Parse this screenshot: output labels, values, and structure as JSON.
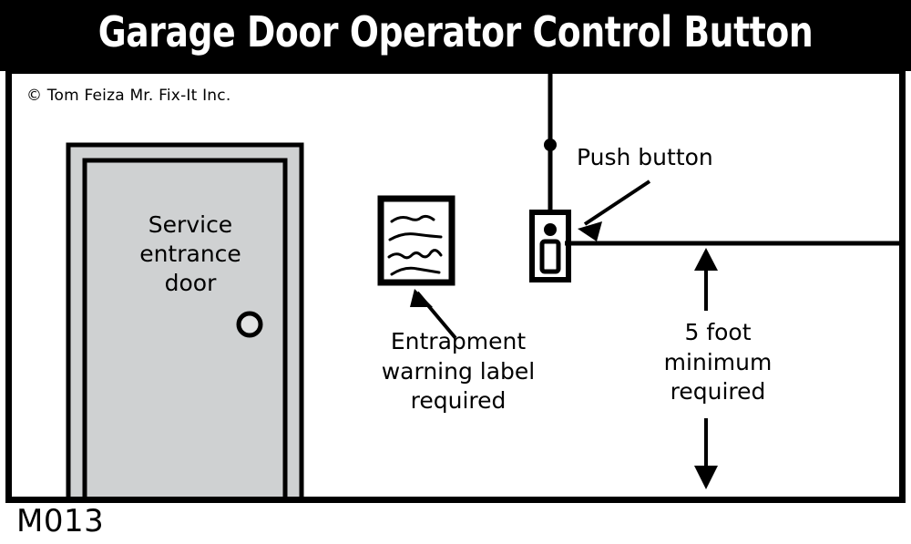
{
  "header": {
    "title": "Garage Door Operator Control Button",
    "background_color": "#000000",
    "text_color": "#ffffff"
  },
  "illustration": {
    "copyright": "© Tom Feiza Mr. Fix-It Inc.",
    "door": {
      "label": "Service\nentrance\ndoor",
      "fill_color": "#cfd1d2",
      "outline_color": "#000000",
      "knob": "door-knob"
    },
    "warning_label": {
      "callout": "Entrapment\nwarning label\nrequired",
      "fill_color": "#ffffff",
      "outline_color": "#000000",
      "text_line_count": 4
    },
    "push_button": {
      "callout": "Push button",
      "outline_color": "#000000",
      "wire": "ceiling-wire"
    },
    "clearance_dimension": {
      "callout": "5 foot\nminimum\nrequired",
      "arrow_style": "double-headed-vertical"
    }
  },
  "footer": {
    "code": "M013"
  }
}
